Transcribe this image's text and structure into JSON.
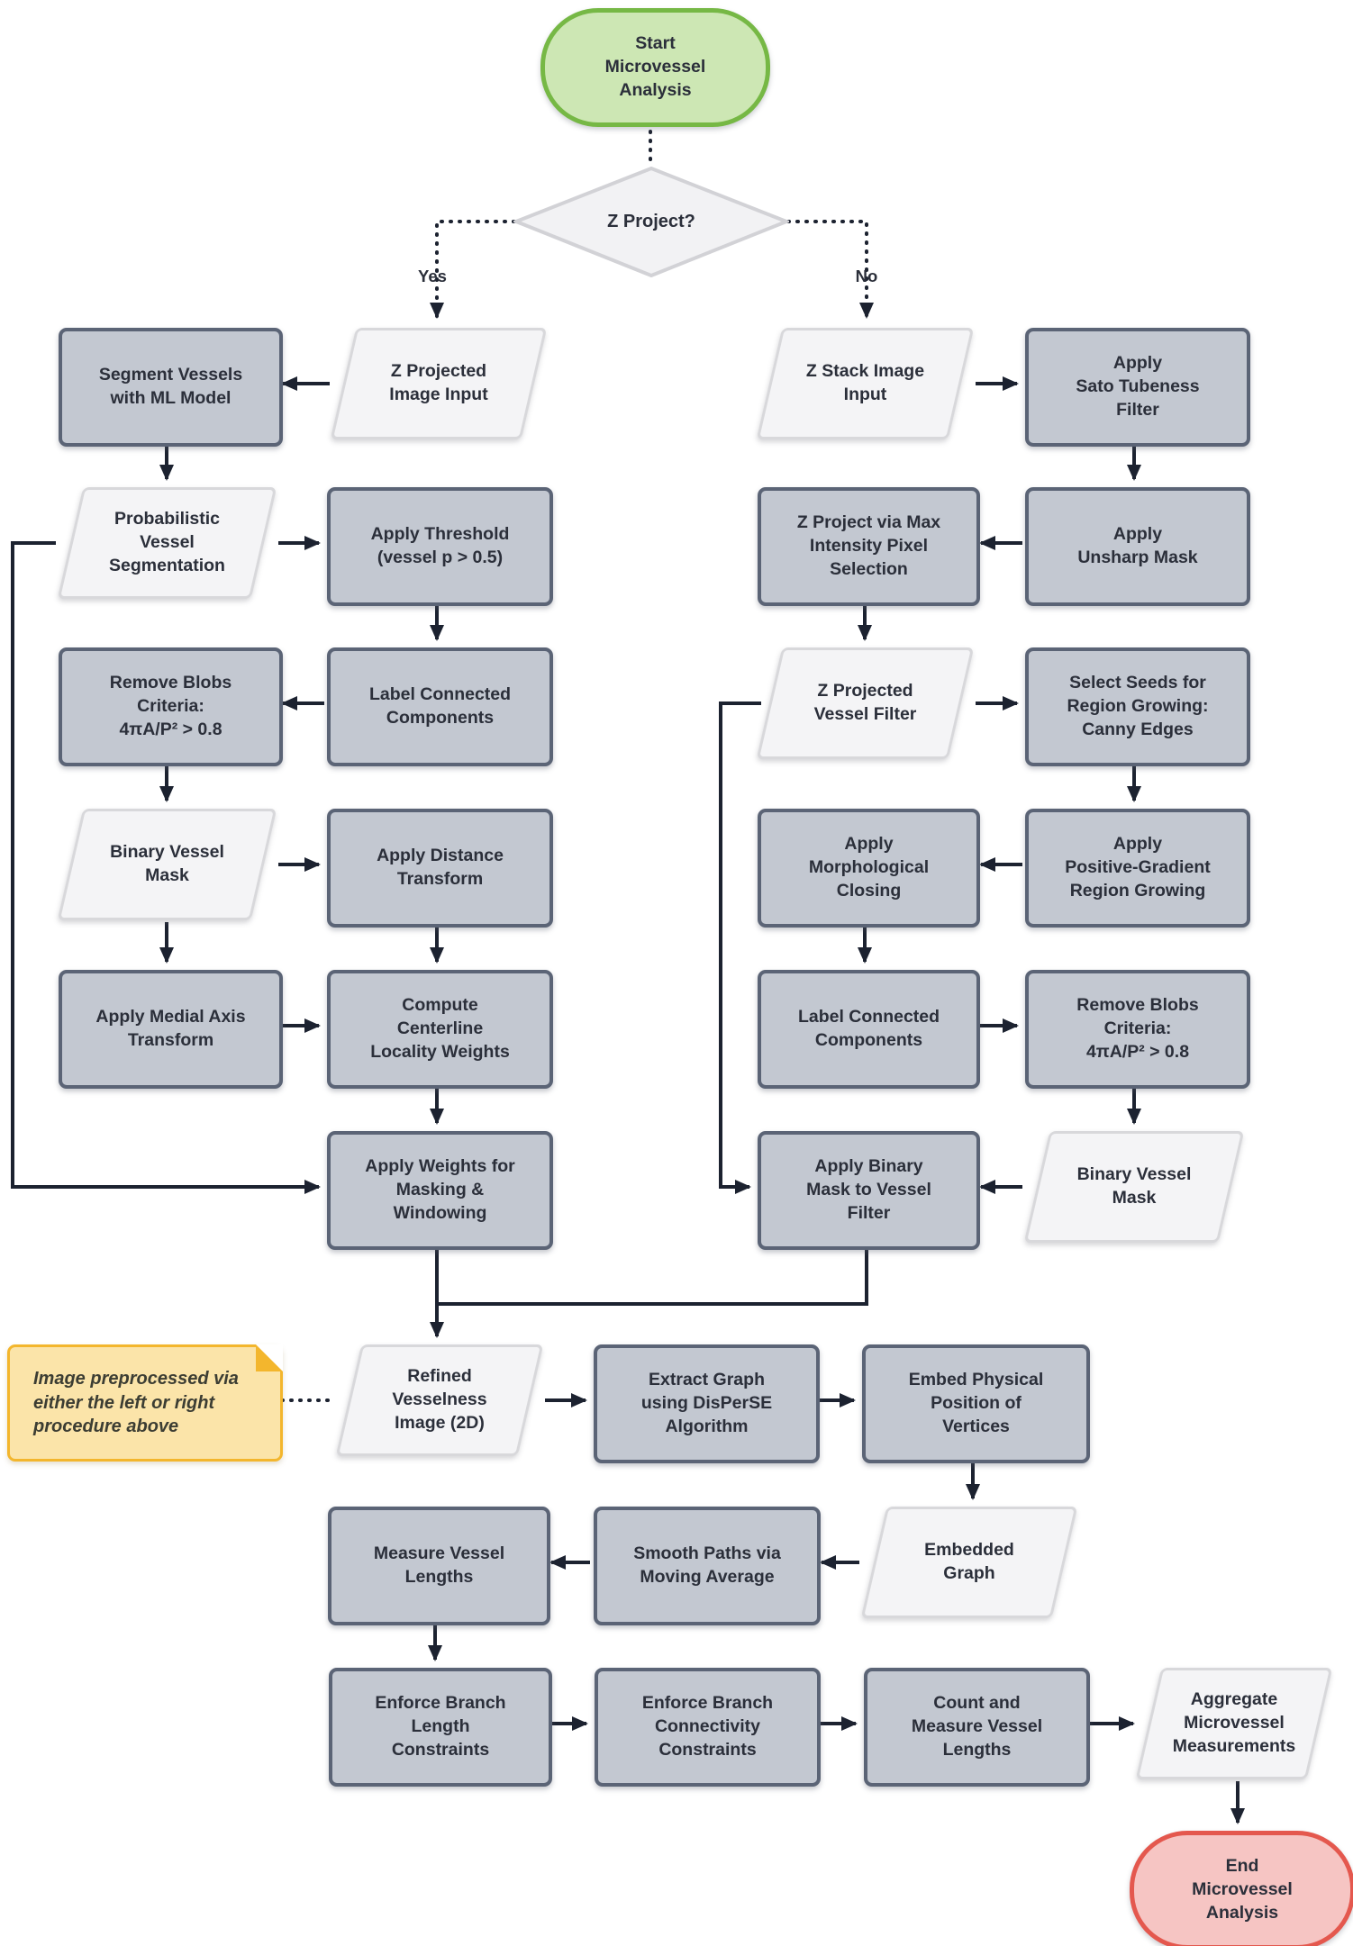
{
  "nodes": {
    "start": {
      "label": "Start\nMicrovessel\nAnalysis"
    },
    "z_project_decision": {
      "label": "Z Project?"
    },
    "branch_yes": {
      "label": "Yes"
    },
    "branch_no": {
      "label": "No"
    },
    "segment_vessels": {
      "label": "Segment Vessels\nwith ML Model"
    },
    "z_projected_image_input": {
      "label": "Z Projected\nImage Input"
    },
    "z_stack_image_input": {
      "label": "Z Stack Image\nInput"
    },
    "sato_tubeness": {
      "label": "Apply\nSato Tubeness\nFilter"
    },
    "probabilistic_segmentation": {
      "label": "Probabilistic\nVessel\nSegmentation"
    },
    "apply_threshold": {
      "label": "Apply Threshold\n(vessel p > 0.5)"
    },
    "z_project_max": {
      "label": "Z Project via Max\nIntensity Pixel\nSelection"
    },
    "unsharp_mask": {
      "label": "Apply\nUnsharp Mask"
    },
    "remove_blobs_left": {
      "label": "Remove Blobs\nCriteria:\n4πA/P² > 0.8"
    },
    "label_connected_left": {
      "label": "Label Connected\nComponents"
    },
    "z_projected_vessel_filter": {
      "label": "Z Projected\nVessel Filter"
    },
    "select_seeds": {
      "label": "Select Seeds for\nRegion Growing:\nCanny Edges"
    },
    "binary_vessel_mask_left": {
      "label": "Binary Vessel\nMask"
    },
    "apply_distance_transform": {
      "label": "Apply Distance\nTransform"
    },
    "morphological_closing": {
      "label": "Apply\nMorphological\nClosing"
    },
    "positive_gradient": {
      "label": "Apply\nPositive-Gradient\nRegion Growing"
    },
    "medial_axis": {
      "label": "Apply Medial Axis\nTransform"
    },
    "centerline_weights": {
      "label": "Compute\nCenterline\nLocality Weights"
    },
    "label_connected_right": {
      "label": "Label Connected\nComponents"
    },
    "remove_blobs_right": {
      "label": "Remove Blobs\nCriteria:\n4πA/P² > 0.8"
    },
    "apply_weights": {
      "label": "Apply Weights for\nMasking &\nWindowing"
    },
    "apply_binary_mask": {
      "label": "Apply Binary\nMask to Vessel\nFilter"
    },
    "binary_vessel_mask_right": {
      "label": "Binary Vessel\nMask"
    },
    "note": {
      "label": "Image preprocessed via\neither the left or right\nprocedure above"
    },
    "refined_vesselness": {
      "label": "Refined\nVesselness\nImage (2D)"
    },
    "extract_graph": {
      "label": "Extract Graph\nusing DisPerSE\nAlgorithm"
    },
    "embed_physical": {
      "label": "Embed Physical\nPosition of\nVertices"
    },
    "measure_lengths": {
      "label": "Measure Vessel\nLengths"
    },
    "smooth_paths": {
      "label": "Smooth Paths via\nMoving Average"
    },
    "embedded_graph": {
      "label": "Embedded\nGraph"
    },
    "enforce_length": {
      "label": "Enforce Branch\nLength\nConstraints"
    },
    "enforce_connectivity": {
      "label": "Enforce Branch\nConnectivity\nConstraints"
    },
    "count_measure": {
      "label": "Count and\nMeasure Vessel\nLengths"
    },
    "aggregate": {
      "label": "Aggregate\nMicrovessel\nMeasurements"
    },
    "end": {
      "label": "End\nMicrovessel\nAnalysis"
    }
  },
  "colors": {
    "process_fill": "#c3c8d1",
    "process_border": "#5b6476",
    "data_fill": "#f4f4f6",
    "data_border": "#d8d8db",
    "start_fill": "#cde7b4",
    "start_border": "#76b845",
    "end_fill": "#f6c5c3",
    "end_border": "#e4584e",
    "note_fill": "#fbe4a9",
    "note_border": "#f3b62d",
    "decision_fill": "#f2f2f4",
    "decision_border": "#d2d2d6",
    "arrow": "#1c2230"
  }
}
